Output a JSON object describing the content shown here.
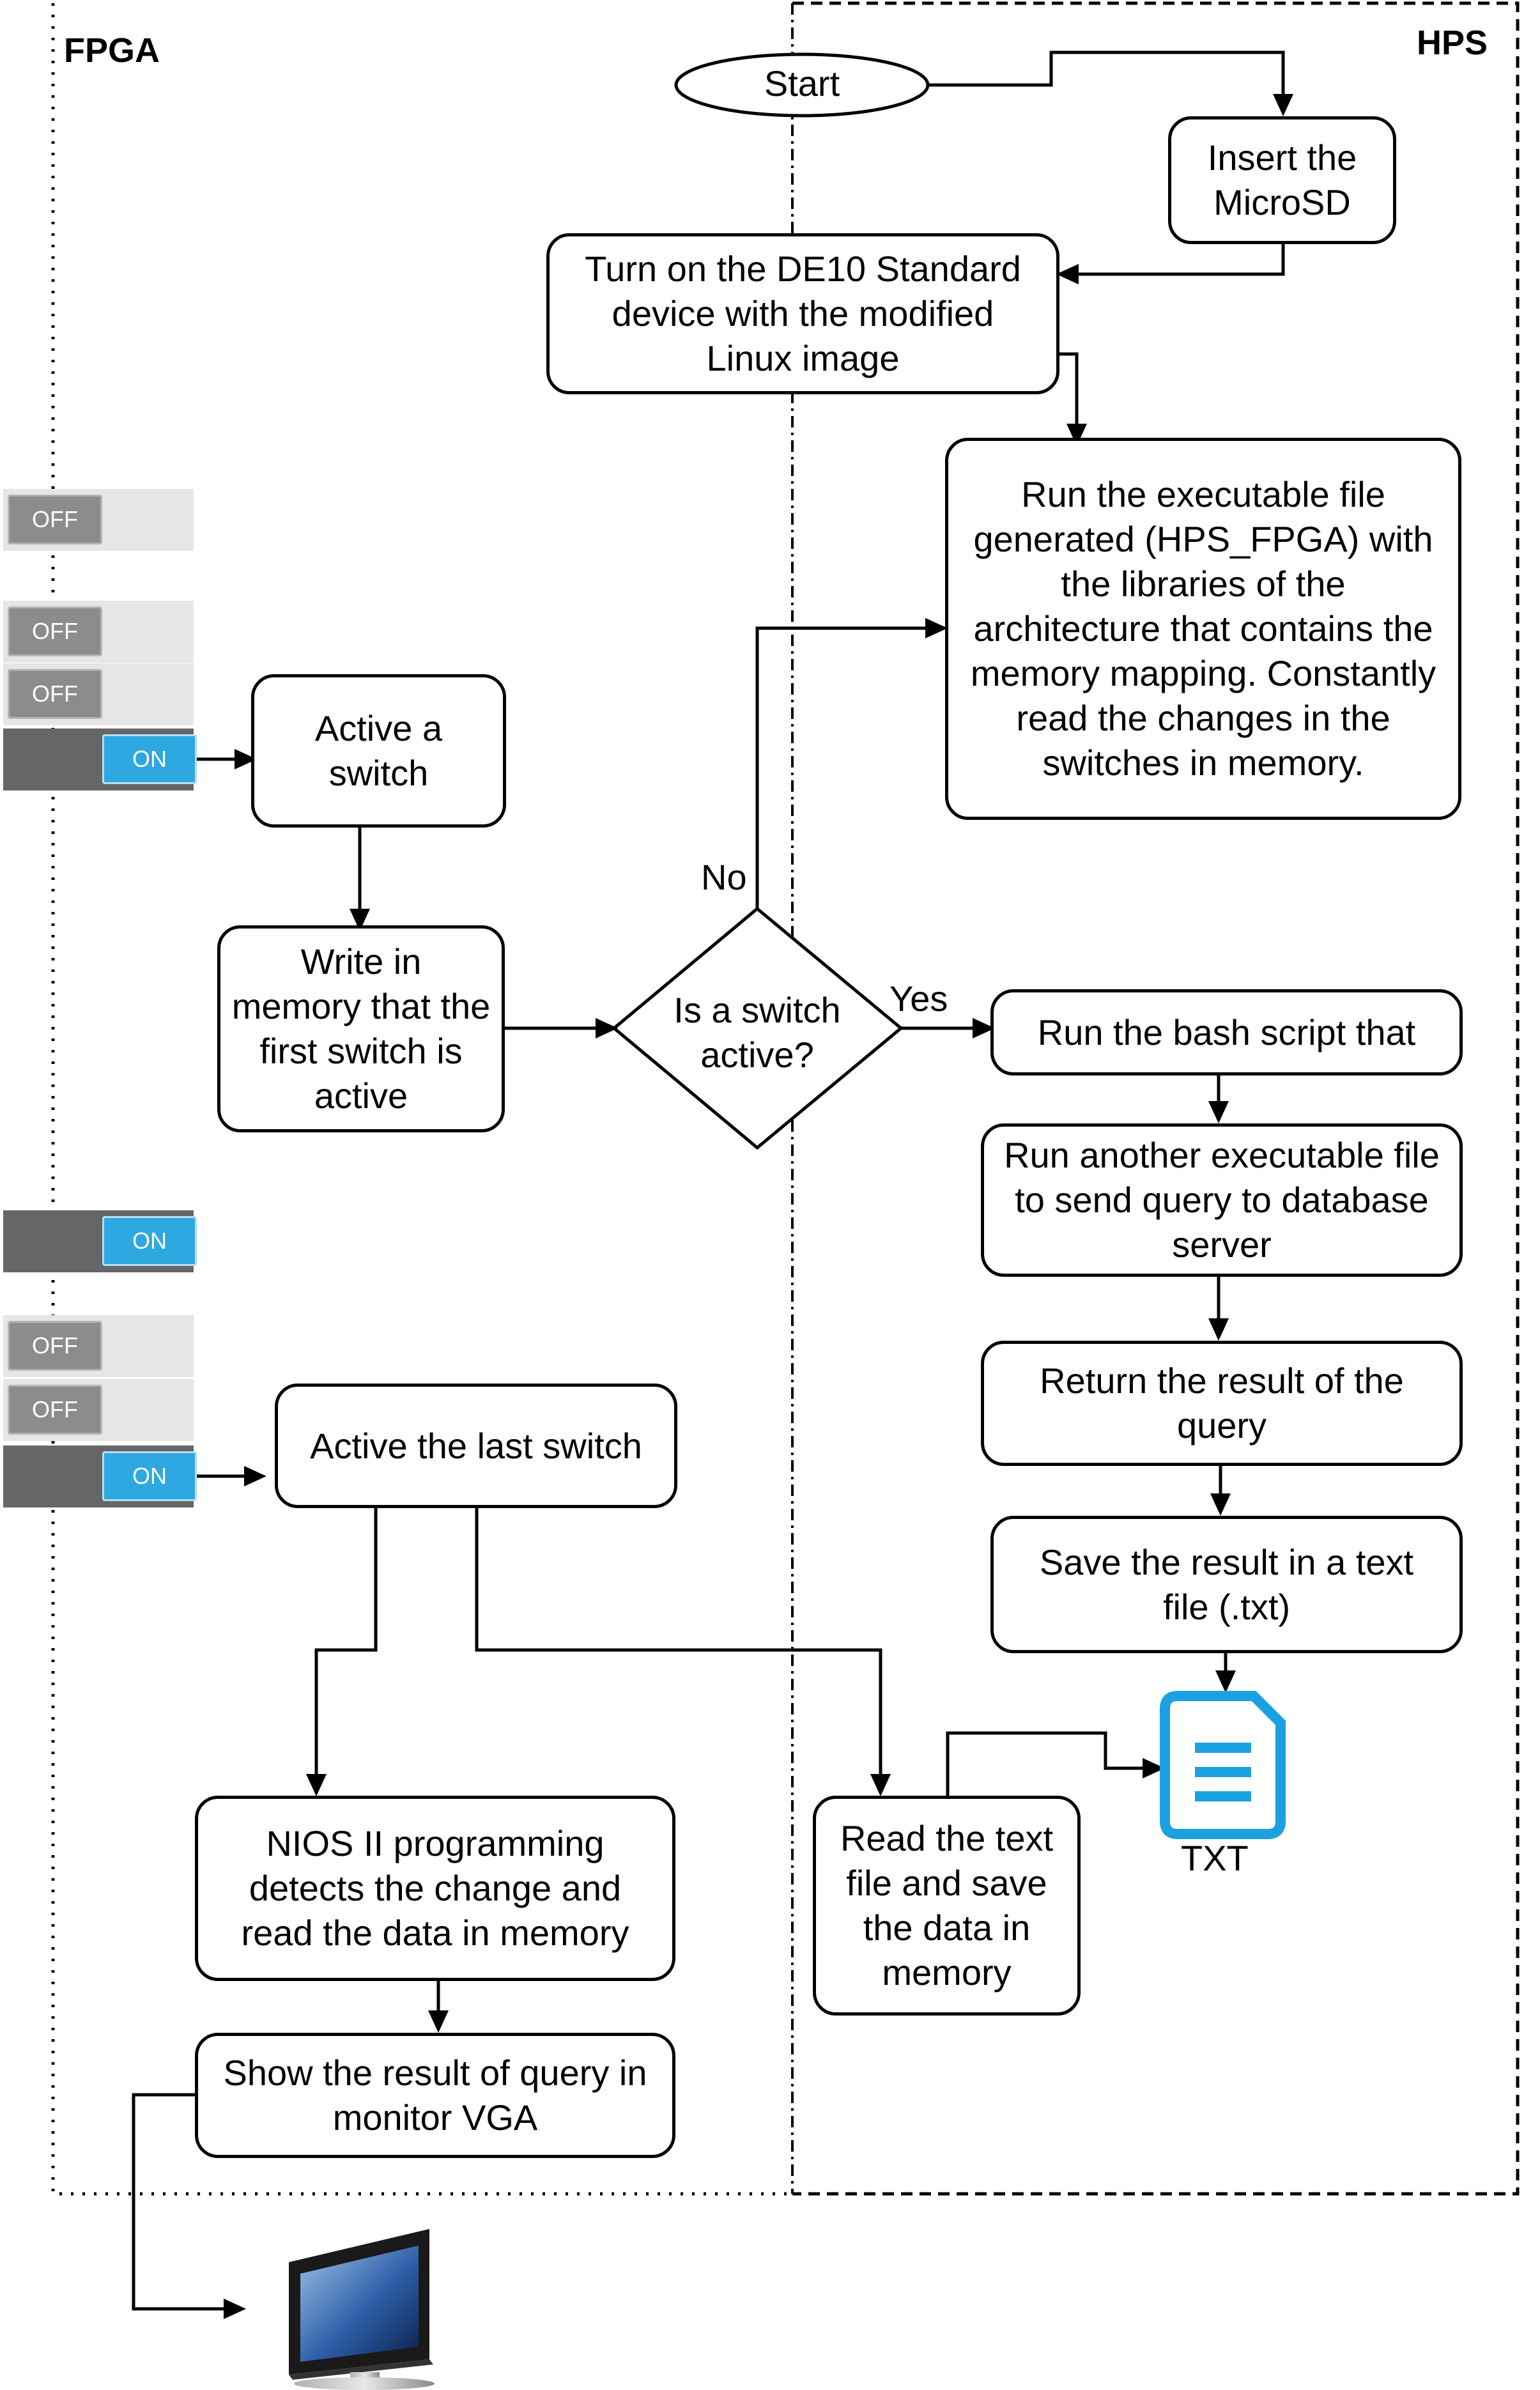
{
  "regions": {
    "fpga": "FPGA",
    "hps": "HPS"
  },
  "nodes": {
    "start": "Start",
    "insert_sd": "Insert the\nMicroSD",
    "turn_on": "Turn on the DE10 Standard\ndevice with the modified\nLinux image",
    "run_exec": "Run the executable file\ngenerated (HPS_FPGA) with\nthe libraries of the\narchitecture that contains the\nmemory mapping. Constantly\nread the changes in the\nswitches in memory.",
    "active_switch": "Active a\nswitch",
    "write_memory": "Write in\nmemory that the\nfirst switch is\nactive",
    "decision": "Is a switch\nactive?",
    "run_bash": "Run the bash script that",
    "run_another": "Run another executable file\nto send query to database\nserver",
    "return_result": "Return the result of the\nquery",
    "save_result": "Save the result in a text\nfile (.txt)",
    "active_last": "Active the last switch",
    "read_text": "Read the text\nfile and save\nthe data in\nmemory",
    "nios": "NIOS II programming\ndetects the change and\nread the data in memory",
    "show_result": "Show the result of query in\nmonitor VGA"
  },
  "edge_labels": {
    "no": "No",
    "yes": "Yes"
  },
  "file_icon": {
    "label": "TXT",
    "icon": "text-file-icon",
    "color": "#1ba1e2"
  },
  "monitor": {
    "icon": "monitor-icon"
  },
  "switch_groups": [
    {
      "switches": [
        "OFF"
      ]
    },
    {
      "switches": [
        "OFF",
        "OFF",
        "ON"
      ]
    },
    {
      "switches": [
        "ON"
      ]
    },
    {
      "switches": [
        "OFF",
        "OFF",
        "ON"
      ]
    }
  ]
}
